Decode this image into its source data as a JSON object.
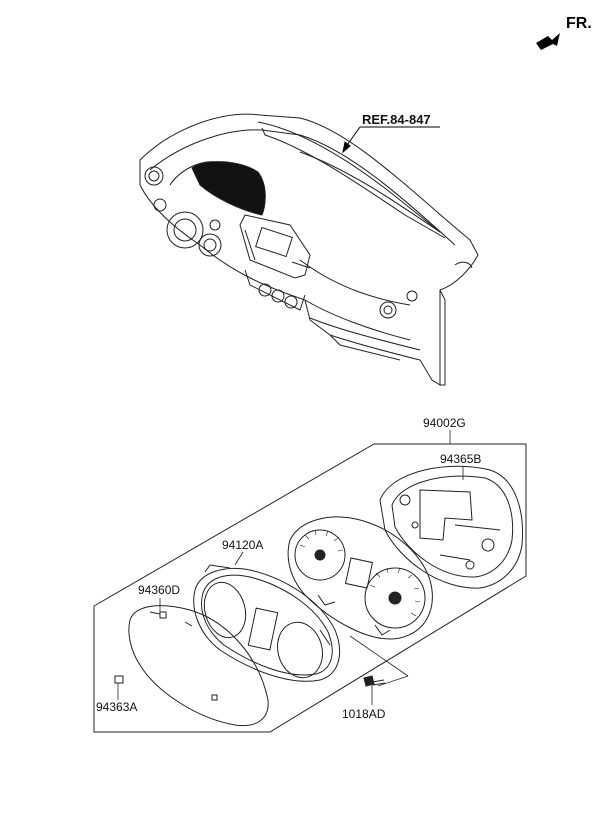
{
  "orientation": {
    "label": "FR.",
    "icon": "arrow-icon"
  },
  "reference": {
    "label": "REF.84-847"
  },
  "parts": [
    {
      "id": "assembly",
      "code": "94002G"
    },
    {
      "id": "back-cover",
      "code": "94365B"
    },
    {
      "id": "mask",
      "code": "94120A"
    },
    {
      "id": "window",
      "code": "94360D"
    },
    {
      "id": "clip",
      "code": "94363A"
    },
    {
      "id": "screw",
      "code": "1018AD"
    }
  ]
}
